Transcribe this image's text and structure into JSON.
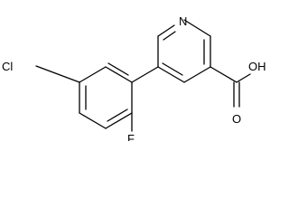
{
  "structure": {
    "atoms": {
      "nitrogen": "N",
      "chlorine": "Cl",
      "fluorine": "F",
      "hydroxyl": "OH",
      "carbonyl_oxygen": "O"
    },
    "colors": {
      "bond": "#000000",
      "label": "#000000",
      "background": "#ffffff"
    }
  }
}
